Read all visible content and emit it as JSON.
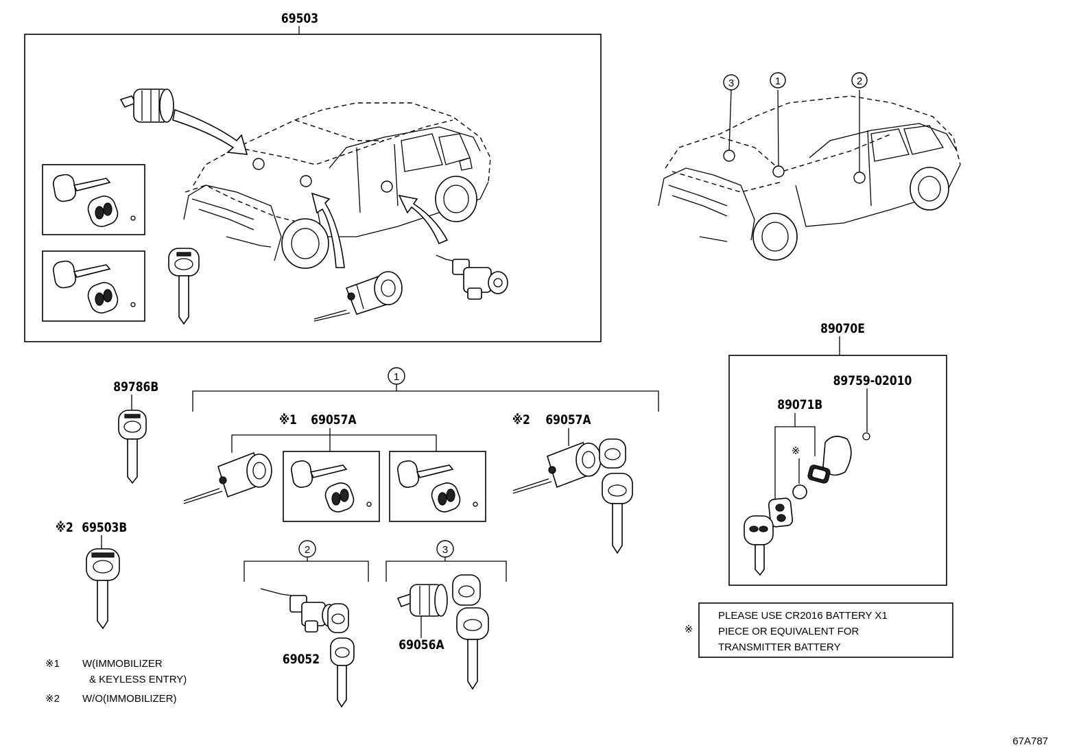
{
  "labels": {
    "assembly_main": "69503",
    "key_89786B": "89786B",
    "key_69503B": "69503B",
    "cyl_69057A_w": "69057A",
    "cyl_69057A_wo": "69057A",
    "cyl_69052": "69052",
    "cyl_69056A": "69056A",
    "transmitter_89070E": "89070E",
    "case_89071B": "89071B",
    "screw_89759": "89759-02010",
    "drawing_code": "67A787"
  },
  "callouts": {
    "group_1": "1",
    "group_2": "2",
    "group_3": "3",
    "car_3": "3",
    "car_1": "1",
    "car_2": "2"
  },
  "marks": {
    "ref_mark": "※",
    "m1": "※1",
    "m2": "※2"
  },
  "notes": {
    "note1_line1": "W(IMMOBILIZER",
    "note1_line2": "& KEYLESS  ENTRY)",
    "note2": "W/O(IMMOBILIZER)"
  },
  "battery_note": {
    "mark": "※",
    "line1": "PLEASE USE CR2016 BATTERY X1",
    "line2": "PIECE OR EQUIVALENT FOR",
    "line3": "TRANSMITTER BATTERY"
  }
}
